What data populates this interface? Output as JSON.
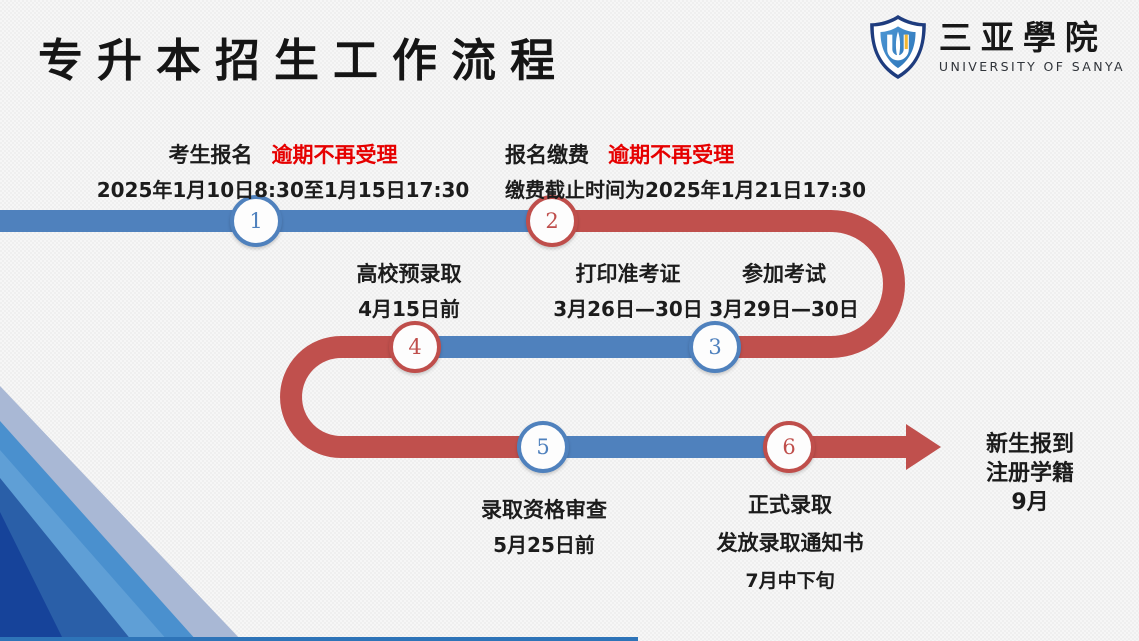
{
  "page": {
    "title": "专升本招生工作流程"
  },
  "logo": {
    "name_cn": "三亚學院",
    "name_en": "UNIVERSITY OF SANYA"
  },
  "colors": {
    "timeline_blue": "#4f81bd",
    "timeline_red": "#c0504d",
    "alert_red": "#e60000",
    "corner_navy": "#16439a",
    "corner_mid_blue": "#2a5fa8",
    "corner_bright_blue": "#4a90ce",
    "corner_light_blue": "#a9b8d5",
    "bottom_bar_blue": "#2e74b8"
  },
  "steps": [
    {
      "num": "1",
      "label": "考生报名",
      "alert": "逾期不再受理",
      "date": "2025年1月10日8:30至1月15日17:30"
    },
    {
      "num": "2",
      "label": "报名缴费",
      "alert": "逾期不再受理",
      "date": "缴费截止时间为2025年1月21日17:30"
    },
    {
      "num": "3",
      "label": "打印准考证",
      "date": "3月26日—30日",
      "label2": "参加考试",
      "date2": "3月29日—30日"
    },
    {
      "num": "4",
      "label": "高校预录取",
      "date": "4月15日前"
    },
    {
      "num": "5",
      "label": "录取资格审查",
      "date": "5月25日前"
    },
    {
      "num": "6",
      "label": "正式录取",
      "sublabel": "发放录取通知书",
      "date": "7月中下旬"
    }
  ],
  "final_step": {
    "line1": "新生报到",
    "line2": "注册学籍",
    "line3": "9月"
  }
}
